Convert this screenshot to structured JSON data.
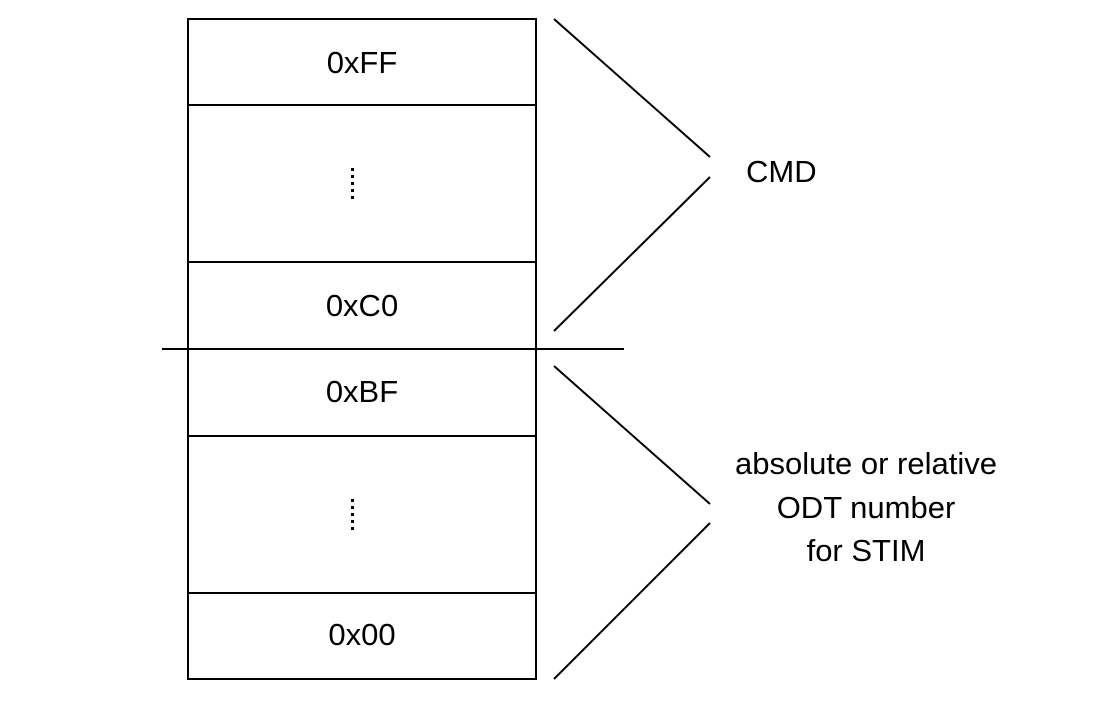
{
  "cells": [
    {
      "label": "0xFF",
      "ellipsis": false
    },
    {
      "label": "",
      "ellipsis": true
    },
    {
      "label": "0xC0",
      "ellipsis": false
    },
    {
      "label": "0xBF",
      "ellipsis": false
    },
    {
      "label": "",
      "ellipsis": true
    },
    {
      "label": "0x00",
      "ellipsis": false
    }
  ],
  "groups": {
    "upper": {
      "lines": [
        "CMD"
      ]
    },
    "lower": {
      "lines": [
        "absolute or relative",
        "ODT number",
        "for STIM"
      ]
    }
  }
}
